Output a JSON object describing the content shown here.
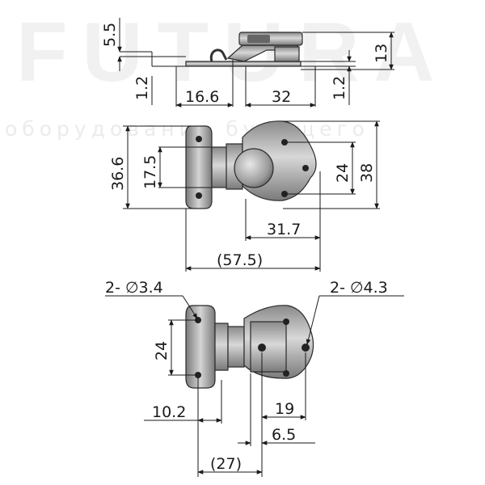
{
  "watermark": {
    "brand": "FUTURA",
    "tagline": "оборудование будущего"
  },
  "side_view": {
    "dims": {
      "plate_thickness_left": "5.5",
      "plate_thickness_left_lower": "1.2",
      "hook_offset": "16.6",
      "base_length": "32",
      "plate_thickness_right": "1.2",
      "height": "13"
    }
  },
  "top_view": {
    "dims": {
      "overall_height_left": "36.6",
      "hinge_height": "17.5",
      "overall_length": "31.7",
      "total_length_ref": "(57.5)",
      "hole_spacing_right": "24",
      "overall_height_right": "38"
    }
  },
  "bottom_view": {
    "dims": {
      "hole_left_dia": "2- ∅3.4",
      "hole_right_dia": "2- ∅4.3",
      "hole_spacing_left": "24",
      "left_offset": "10.2",
      "right_spacing": "19",
      "right_small": "6.5",
      "ref_length": "(27)"
    }
  }
}
